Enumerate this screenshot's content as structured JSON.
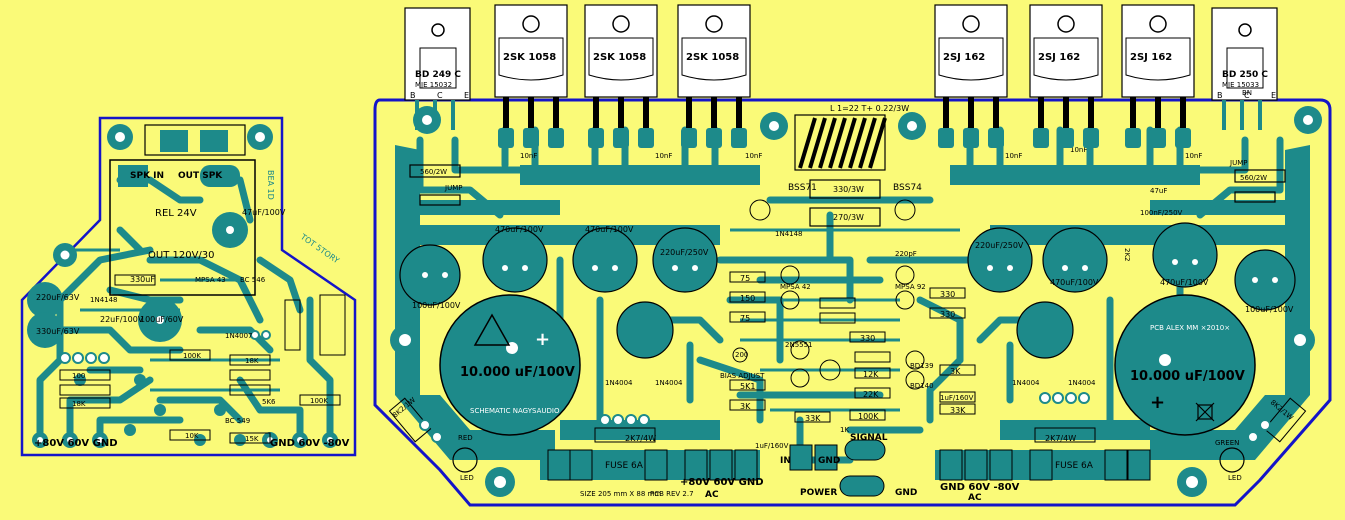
{
  "colors": {
    "background": "#fafa78",
    "copper": "#1d8a8a",
    "outline": "#1414c8",
    "silk": "#000000",
    "pad": "#ffffff",
    "component_label": "#ffffff"
  },
  "transistors_top": [
    {
      "label": "BD 249 C",
      "sub": "MJE 15032",
      "pins": [
        "B",
        "C",
        "E"
      ]
    },
    {
      "label": "2SK 1058",
      "sub": "",
      "pins": [
        "",
        "",
        ""
      ]
    },
    {
      "label": "2SK 1058",
      "sub": "",
      "pins": [
        "",
        "",
        ""
      ]
    },
    {
      "label": "2SK 1058",
      "sub": "",
      "pins": [
        "",
        "",
        ""
      ]
    },
    {
      "label": "2SJ 162",
      "sub": "",
      "pins": [
        "",
        "",
        ""
      ]
    },
    {
      "label": "2SJ 162",
      "sub": "",
      "pins": [
        "",
        "",
        ""
      ]
    },
    {
      "label": "2SJ 162",
      "sub": "",
      "pins": [
        "",
        "",
        ""
      ]
    },
    {
      "label": "BD 250 C",
      "sub": "MJE 15033",
      "pins": [
        "B",
        "C",
        "E"
      ],
      "extra": "BN"
    }
  ],
  "small_board": {
    "labels": {
      "spk_in": "SPK IN",
      "out_spk": "OUT SPK",
      "rel": "REL 24V",
      "out_rel": "OUT 120V/30",
      "cap_top": "47uF/100V",
      "bea": "BEA 1D",
      "cap1": "220uF/63V",
      "cap2": "330uF/63V",
      "cap3": "22uF/100V",
      "cap4": "100uF/60V",
      "r330": "330uF",
      "mpsa": "MPSA 43",
      "bc": "BC 546",
      "in4148": "1N4148",
      "in4007": "1N4007",
      "r100k": "100K",
      "r18k": "18K",
      "r100": "100",
      "r10k": "10K",
      "r15k": "15K",
      "r5_6k": "5K6",
      "bc549": "BC 549",
      "power_left": "+80V 60V GND",
      "power_right": "GND 60V -80V",
      "tot": "TOT 5TORY",
      "pot": "100K"
    }
  },
  "main_board": {
    "labels": {
      "inductor": "L 1=22 T+ 0.22/3W",
      "bss71": "BSS71",
      "bss74": "BSS74",
      "r330_3w": "330/3W",
      "r270_3w": "270/3W",
      "r560_left": "560/2W",
      "r560_right": "560/2W",
      "jump_left": "JUMP",
      "jump_right": "JUMP",
      "cap470_1": "470uF/100V",
      "cap470_2": "470uF/100V",
      "cap220_1": "220uF/250V",
      "cap220_2": "220uF/250V",
      "cap470_3": "470uF/100V",
      "cap470_4": "470uF/100V",
      "cap100_left": "100uF/100V",
      "cap100_right": "100uF/100V",
      "big_cap_left": "10.000 uF/100V",
      "big_cap_right": "10.000 uF/100V",
      "schematic": "SCHEMATIC NAGYSAUDIO",
      "pcb": "PCB ALEX MM ×2010×",
      "fuse_left": "FUSE 6A",
      "fuse_right": "FUSE 6A",
      "power": "POWER",
      "gnd": "GND",
      "signal": "SIGNAL",
      "in": "IN",
      "in_gnd": "GND",
      "ac_left": "AC",
      "ac_right": "AC",
      "plus80": "+80V 60V GND",
      "minus80": "GND 60V -80V",
      "size": "SIZE 205 mm X 88 mm",
      "rev": "PCB REV 2.7",
      "red": "RED",
      "green": "GREEN",
      "led": "LED",
      "r2k7_left": "2K7/4W",
      "r2k7_right": "2K7/4W",
      "r8k2_left": "8K2/1W",
      "r8k2_right": "8K2/1W",
      "in4004_1": "1N4004",
      "in4004_2": "1N4004",
      "in4004_3": "1N4004",
      "in4004_4": "1N4004",
      "bias": "BIAS ADJUST",
      "cap_1uf": "1uF/160V",
      "cap_1uf_2": "1uF/160V",
      "cap_47uf": "47uF",
      "cap_100nf": "100nF/250V",
      "r33k": "33K",
      "r100k": "100K",
      "r2k2": "2K2",
      "r1k": "1K",
      "r75_1": "75",
      "r75_2": "75",
      "r150": "150",
      "r330_1": "330",
      "r330_2": "330",
      "r33k_2": "33K",
      "r5k1": "5K1",
      "r3k": "3K",
      "r12k": "12K",
      "r22k": "22K",
      "r10nf": "10nF",
      "zd": "2N5551",
      "mpsa42": "MPSA 42",
      "mpsa92": "MPSA 92",
      "bd139": "BD139",
      "bd140": "BD140",
      "r200": "200",
      "d_1n4148": "1N4148",
      "c_220p": "220pF"
    }
  }
}
